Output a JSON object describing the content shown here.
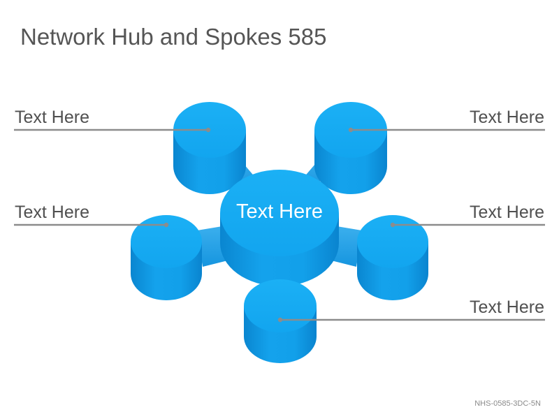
{
  "title": "Network Hub and Spokes 585",
  "hub": {
    "label": "Text Here"
  },
  "spokes": [
    {
      "label": "Text Here"
    },
    {
      "label": "Text Here"
    },
    {
      "label": "Text Here"
    },
    {
      "label": "Text Here"
    },
    {
      "label": "Text Here"
    }
  ],
  "footer": {
    "code": "NHS-0585-3DC-5N"
  },
  "colors": {
    "cylinder_top": "#16a9f1",
    "cylinder_side": "#0f93dc",
    "cylinder_edge": "#0b7fc6",
    "connector": "#2fa6e8",
    "leader_line": "#8c8c8c",
    "leader_dot": "#8c8c8c",
    "text": "#505050"
  }
}
